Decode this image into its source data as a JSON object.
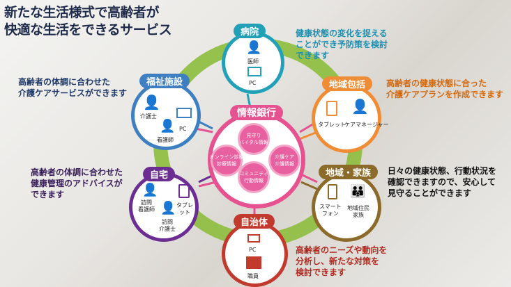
{
  "title": [
    "新たな生活様式で高齢者が",
    "快適な生活をできるサービス"
  ],
  "colors": {
    "hospital": "#22a0b8",
    "welfare": "#3d7fc1",
    "community": "#f08c34",
    "home": "#6b2d91",
    "family": "#8b6a2a",
    "municipality": "#c23a2e",
    "center": "#e6518f",
    "ring": "#8cbc3c"
  },
  "center": {
    "label": "情報銀行",
    "items": [
      "見守り\nバイタル情報",
      "オンライン診療\n診療情報",
      "介護ケア\n介護情報",
      "コミュニティ\n行動情報"
    ]
  },
  "nodes": {
    "hospital": {
      "label": "病院",
      "items": [
        "医師",
        "PC"
      ],
      "desc": [
        "健康状態の変化を捉える",
        "ことができ予防策を検討",
        "できます"
      ]
    },
    "welfare": {
      "label": "福祉施設",
      "items": [
        "介護士",
        "看護師",
        "PC"
      ],
      "desc": [
        "高齢者の体調に合わせた",
        "介護ケアサービスができます"
      ]
    },
    "community": {
      "label": "地域包括",
      "items": [
        "タブレット",
        "ケアマネージャー"
      ],
      "desc": [
        "高齢者の健康状態に合った",
        "介護ケアプランを作成できます"
      ]
    },
    "home": {
      "label": "自宅",
      "items": [
        "訪問\n看護師",
        "訪問\n介護士",
        "タブレット"
      ],
      "desc": [
        "高齢者の体調に合わせた",
        "健康管理のアドバイスが",
        "できます"
      ]
    },
    "family": {
      "label": "地域・家族",
      "items": [
        "スマート\nフォン",
        "地域住民\n家族"
      ],
      "desc": [
        "日々の健康状態、行動状況を",
        "確認できますので、安心して",
        "見守ることができます"
      ]
    },
    "municipality": {
      "label": "自治体",
      "items": [
        "PC",
        "職員"
      ],
      "desc": [
        "高齢者のニーズや動向を",
        "分析し、新たな対策を",
        "検討できます"
      ]
    }
  }
}
